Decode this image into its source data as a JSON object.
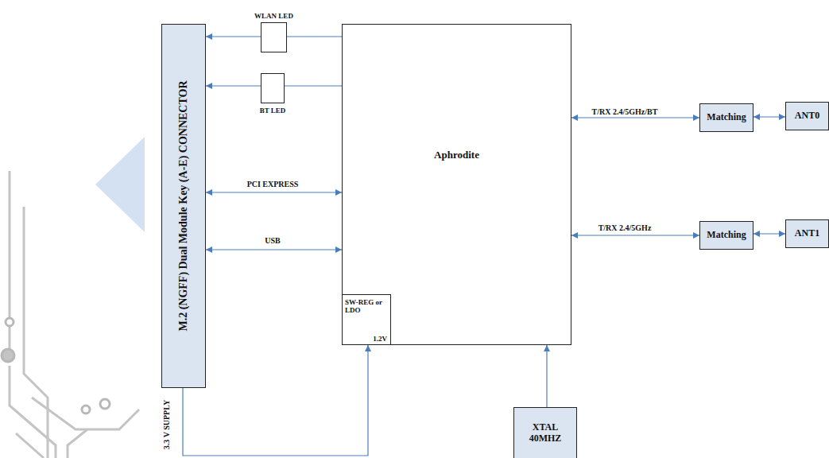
{
  "diagram": {
    "nodes": [
      {
        "text": [
          "M.2 (NGFF) Dual Module Key (A-E) CONNECTOR"
        ]
      },
      {
        "text": [
          "WLAN LED"
        ]
      },
      {
        "text": [
          "BT LED"
        ]
      },
      {
        "text": [
          "Aphrodite"
        ]
      },
      {
        "text": [
          "SW-REG or LDO",
          "1.2V"
        ],
        "in": 3
      },
      {
        "text": [
          "Matching"
        ]
      },
      {
        "text": [
          "ANT0"
        ]
      },
      {
        "text": [
          "Matching"
        ]
      },
      {
        "text": [
          "ANT1"
        ]
      },
      {
        "text": [
          "XTAL 40MHZ"
        ]
      }
    ],
    "edges": [
      {
        "from": 3,
        "to": 1,
        "arrow": "none"
      },
      {
        "from": 1,
        "to": 0,
        "arrow": "to"
      },
      {
        "from": 3,
        "to": 2,
        "arrow": "none"
      },
      {
        "from": 2,
        "to": 0,
        "arrow": "to"
      },
      {
        "from": 0,
        "to": 3,
        "label": "PCI EXPRESS",
        "arrow": "both"
      },
      {
        "from": 0,
        "to": 3,
        "label": "USB",
        "arrow": "both"
      },
      {
        "from": 3,
        "to": 5,
        "label": "T/RX 2.4/5GHz/BT",
        "arrow": "both"
      },
      {
        "from": 5,
        "to": 6,
        "arrow": "both"
      },
      {
        "from": 3,
        "to": 7,
        "label": "T/RX 2.4/5GHz",
        "arrow": "both"
      },
      {
        "from": 7,
        "to": 8,
        "arrow": "both"
      },
      {
        "from": 9,
        "to": 3,
        "arrow": "to"
      },
      {
        "from": 0,
        "to": 4,
        "label": "3.3 V SUPPLY",
        "arrow": "to"
      }
    ]
  }
}
